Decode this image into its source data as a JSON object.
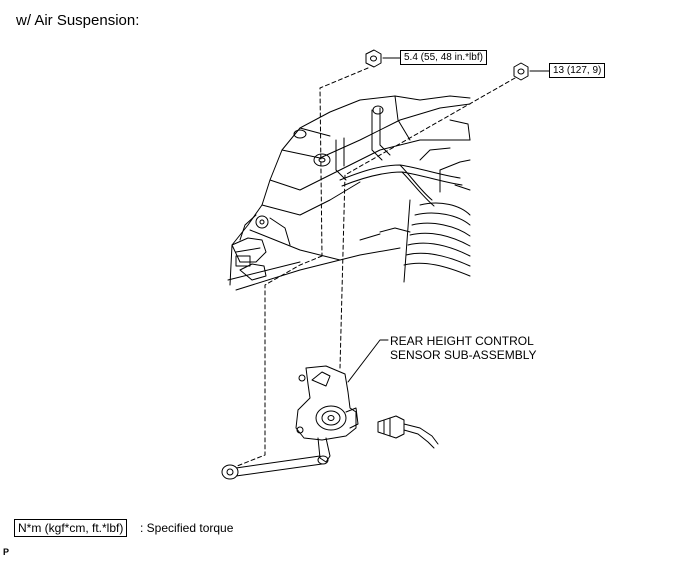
{
  "title": "w/ Air Suspension:",
  "torque_labels": [
    {
      "text": "5.4 (55, 48 in.*lbf)"
    },
    {
      "text": "13 (127, 9)"
    }
  ],
  "part_label": {
    "line1": "REAR HEIGHT CONTROL",
    "line2": "SENSOR SUB-ASSEMBLY"
  },
  "legend": {
    "unit_box": "N*m (kgf*cm, ft.*lbf)",
    "description": ": Specified torque"
  },
  "corner_mark": "P"
}
